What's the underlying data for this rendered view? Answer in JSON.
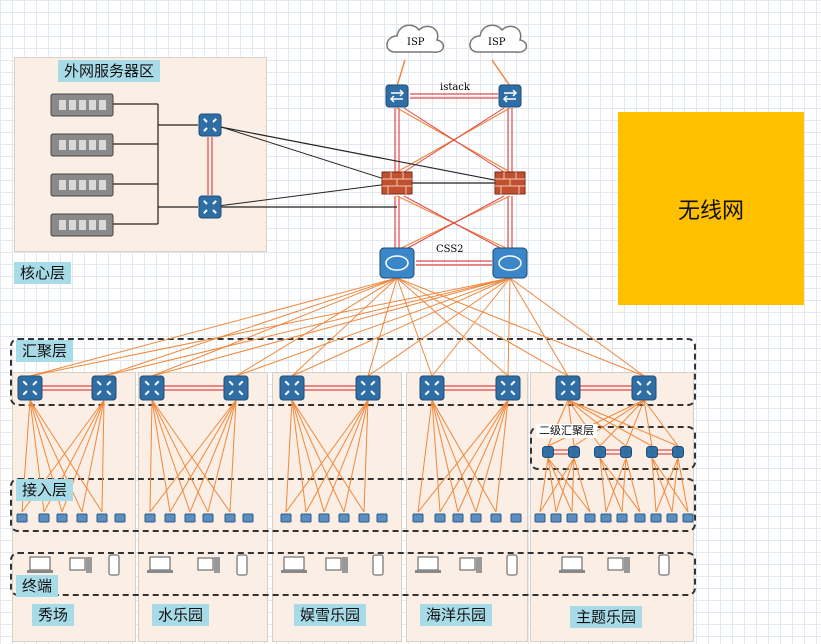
{
  "regions": {
    "external_servers": "外网服务器区",
    "core_layer": "核心层",
    "aggregation_layer": "汇聚层",
    "secondary_aggregation": "二级汇聚层",
    "access_layer": "接入层",
    "terminal_layer": "终端",
    "wireless": "无线网"
  },
  "core": {
    "isp": [
      "ISP",
      "ISP"
    ],
    "stack_label": "istack",
    "css_label": "CSS2"
  },
  "zones": [
    "秀场",
    "水乐园",
    "娱雪乐园",
    "海洋乐园",
    "主题乐园"
  ],
  "colors": {
    "link_orange": "#f0883c",
    "link_red": "#e04848",
    "link_black": "#222222",
    "switch_blue": "#2f6ea5",
    "zone_fill": "#fbeee4",
    "label_fill": "#a8dbe8",
    "wireless_fill": "#ffc000"
  },
  "icons": {
    "isp": "cloud-icon",
    "router": "router-icon",
    "firewall": "firewall-icon",
    "core_switch": "core-switch-icon",
    "switch": "switch-icon",
    "server": "server-icon",
    "terminal": "terminal-icon"
  }
}
